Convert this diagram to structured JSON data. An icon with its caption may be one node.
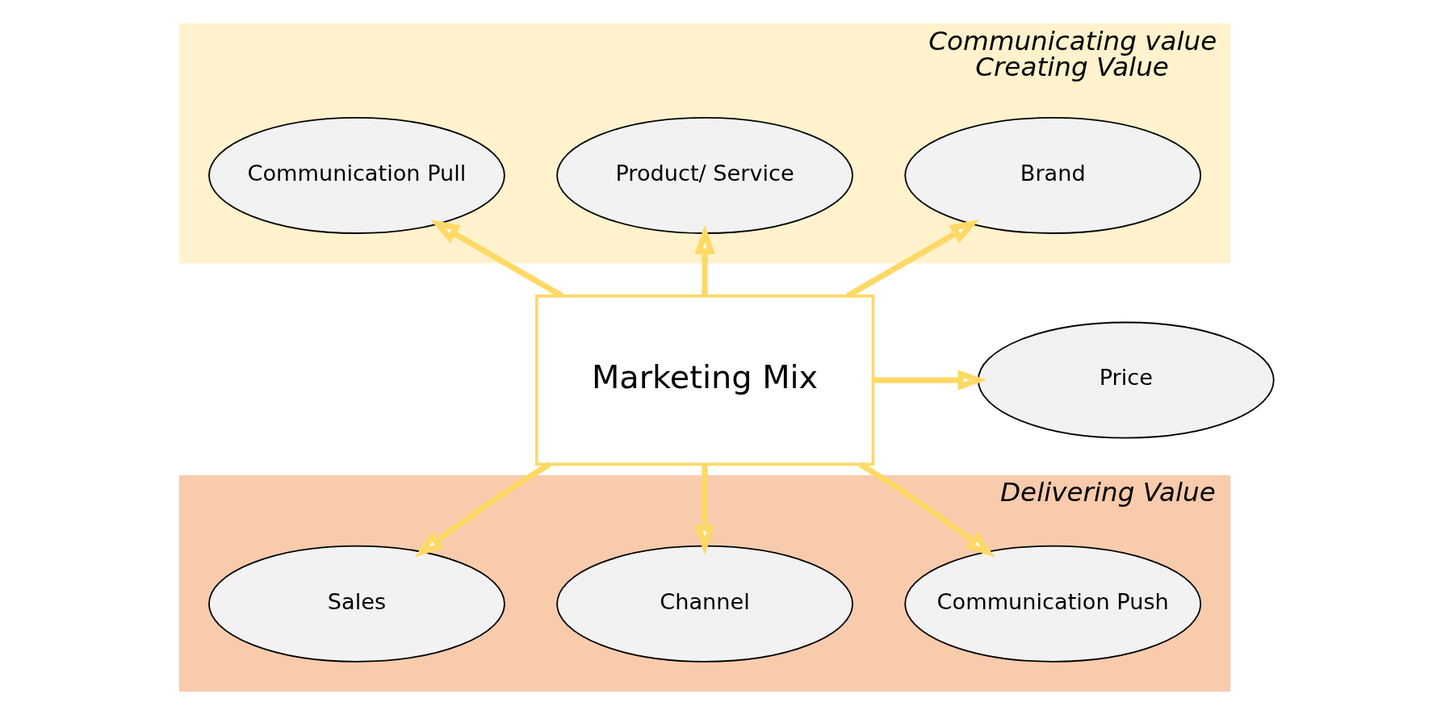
{
  "diagram": {
    "nodes": [
      {
        "text": [
          "Communicating value",
          "Creating Value"
        ]
      },
      {
        "text": [
          "Brand"
        ],
        "in": 0
      },
      {
        "text": [
          "Product/ Service"
        ],
        "in": 0
      },
      {
        "text": [
          "Communication Pull"
        ],
        "in": 0
      },
      {
        "text": [
          "Marketing Mix"
        ]
      },
      {
        "text": [
          "Price"
        ]
      },
      {
        "text": [
          "Delivering Value"
        ]
      },
      {
        "text": [
          "Communication Push"
        ],
        "in": 6
      },
      {
        "text": [
          "Channel"
        ],
        "in": 6
      },
      {
        "text": [
          "Sales"
        ],
        "in": 6
      }
    ],
    "edges": [
      {
        "from": 4,
        "to": 1,
        "arrow": "to"
      },
      {
        "from": 4,
        "to": 2,
        "arrow": "to"
      },
      {
        "from": 4,
        "to": 3,
        "arrow": "to"
      },
      {
        "from": 4,
        "to": 5,
        "arrow": "to"
      },
      {
        "from": 4,
        "to": 7,
        "arrow": "to"
      },
      {
        "from": 4,
        "to": 8,
        "arrow": "to"
      },
      {
        "from": 4,
        "to": 9,
        "arrow": "to"
      }
    ]
  }
}
